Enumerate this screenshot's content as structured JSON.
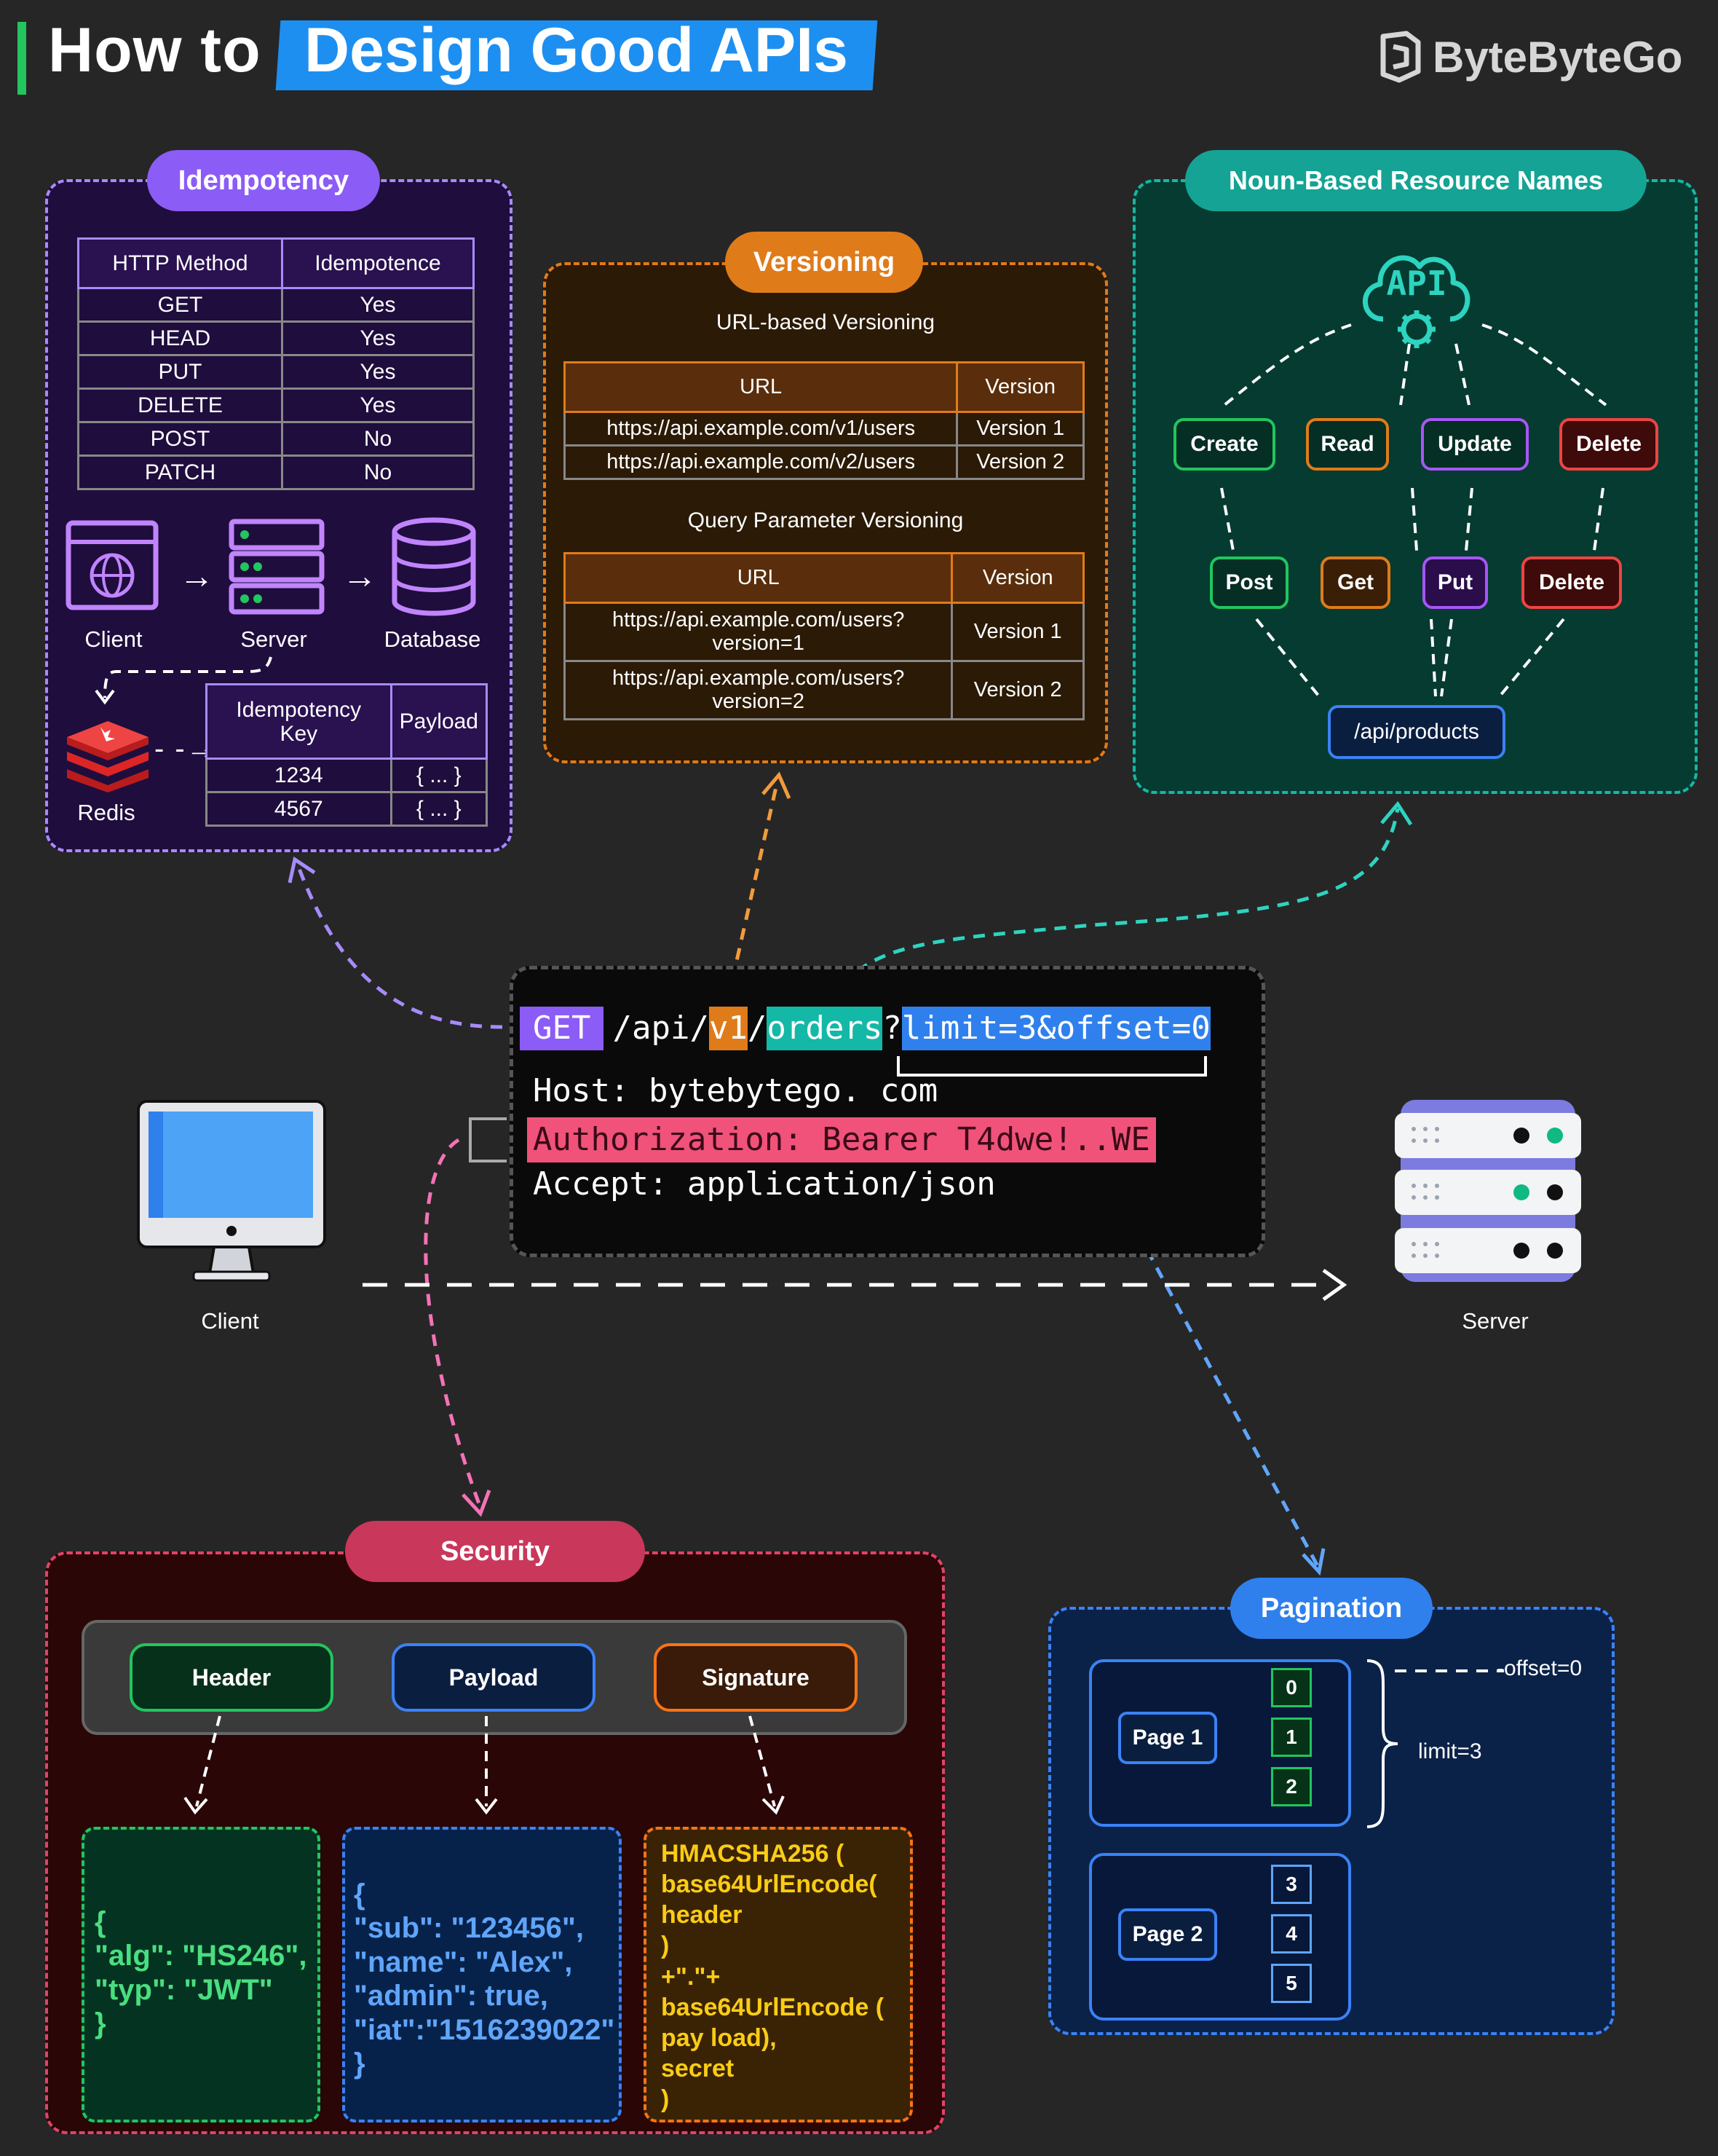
{
  "title": {
    "part1": "How to",
    "part2": "Design Good APIs"
  },
  "brand": {
    "name": "ByteByteGo"
  },
  "colors": {
    "idempotency": "#8b5cf6",
    "versioning": "#e07b1a",
    "resource": "#14b8a6",
    "security": "#e0436b",
    "pagination": "#2f80ed",
    "green": "#22c55e"
  },
  "idempotency": {
    "heading": "Idempotency",
    "table_headers": [
      "HTTP Method",
      "Idempotence"
    ],
    "rows": [
      [
        "GET",
        "Yes"
      ],
      [
        "HEAD",
        "Yes"
      ],
      [
        "PUT",
        "Yes"
      ],
      [
        "DELETE",
        "Yes"
      ],
      [
        "POST",
        "No"
      ],
      [
        "PATCH",
        "No"
      ]
    ],
    "client": "Client",
    "server": "Server",
    "database": "Database",
    "redis": "Redis",
    "key_headers": [
      "Idempotency Key",
      "Payload"
    ],
    "key_rows": [
      [
        "1234",
        "{ ... }"
      ],
      [
        "4567",
        "{ ... }"
      ]
    ]
  },
  "versioning": {
    "heading": "Versioning",
    "url_title": "URL-based Versioning",
    "url_headers": [
      "URL",
      "Version"
    ],
    "url_rows": [
      [
        "https://api.example.com/v1/users",
        "Version 1"
      ],
      [
        "https://api.example.com/v2/users",
        "Version 2"
      ]
    ],
    "query_title": "Query Parameter Versioning",
    "query_headers": [
      "URL",
      "Version"
    ],
    "query_rows": [
      [
        "https://api.example.com/users?\nversion=1",
        "Version 1"
      ],
      [
        "https://api.example.com/users?\nversion=2",
        "Version 2"
      ]
    ]
  },
  "resources": {
    "heading": "Noun-Based Resource Names",
    "api_label": "API",
    "actions": [
      "Create",
      "Read",
      "Update",
      "Delete"
    ],
    "methods": [
      "Post",
      "Get",
      "Put",
      "Delete"
    ],
    "endpoint": "/api/products"
  },
  "request": {
    "method": "GET",
    "path_prefix": "/api/",
    "version": "v1",
    "slash": "/",
    "resource": "orders",
    "qmark": "?",
    "query": "limit=3&offset=0",
    "host": "Host: bytebytego. com",
    "auth": "Authorization: Bearer T4dwe!..WE",
    "accept": "Accept: application/json"
  },
  "client_label": "Client",
  "server_label": "Server",
  "security": {
    "heading": "Security",
    "parts": [
      "Header",
      "Payload",
      "Signature"
    ],
    "header_code": "{\n\"alg\": \"HS246\",\n\"typ\": \"JWT\"\n}",
    "payload_code": "{\n\"sub\": \"123456\",\n\"name\": \"Alex\",\n\"admin\": true,\n\"iat\":\"1516239022\"\n}",
    "signature_code": "HMACSHA256 (\nbase64UrlEncode(\nheader\n)\n+\".\"+\nbase64UrlEncode (\npay load),\nsecret\n)"
  },
  "pagination": {
    "heading": "Pagination",
    "offset_label": "-offset=0",
    "limit_label": "limit=3",
    "pages": [
      {
        "label": "Page 1",
        "items": [
          "0",
          "1",
          "2"
        ]
      },
      {
        "label": "Page 2",
        "items": [
          "3",
          "4",
          "5"
        ]
      }
    ]
  }
}
